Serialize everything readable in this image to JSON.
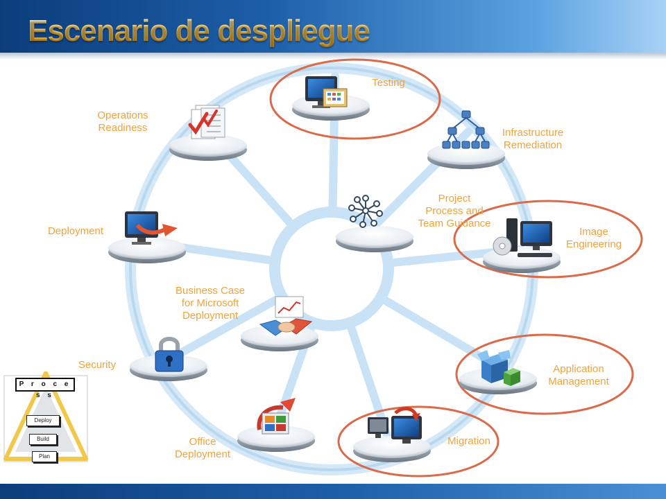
{
  "title": "Escenario de despliegue",
  "nodes": [
    {
      "id": "testing",
      "label": "Testing",
      "icon": "testing-computer-icon",
      "highlighted": true
    },
    {
      "id": "infrastructure",
      "label": "Infrastructure\nRemediation",
      "icon": "network-hierarchy-icon",
      "highlighted": false
    },
    {
      "id": "image",
      "label": "Image\nEngineering",
      "icon": "workstation-cd-icon",
      "highlighted": true
    },
    {
      "id": "application",
      "label": "Application\nManagement",
      "icon": "software-boxes-icon",
      "highlighted": true
    },
    {
      "id": "migration",
      "label": "Migration",
      "icon": "migrate-computers-icon",
      "highlighted": true
    },
    {
      "id": "office",
      "label": "Office\nDeployment",
      "icon": "office-logo-icon",
      "highlighted": false
    },
    {
      "id": "security",
      "label": "Security",
      "icon": "padlock-icon",
      "highlighted": false
    },
    {
      "id": "deployment",
      "label": "Deployment",
      "icon": "monitor-arrow-icon",
      "highlighted": false
    },
    {
      "id": "operations",
      "label": "Operations\nReadiness",
      "icon": "checklist-icon",
      "highlighted": false
    },
    {
      "id": "project",
      "label": "Project\nProcess and\nTeam Guidance",
      "icon": "hub-network-icon",
      "highlighted": false
    },
    {
      "id": "business",
      "label": "Business Case\nfor Microsoft\nDeployment",
      "icon": "handshake-chart-icon",
      "highlighted": false
    }
  ],
  "pyramid": {
    "top": "P r o c e s s",
    "levels": [
      "Deploy",
      "Build",
      "Plan"
    ]
  },
  "colors": {
    "label": "#f0a33c",
    "highlight_ring": "#d96a4a",
    "wheel": "#c9e2f5",
    "title_bar": "#1d5ea8"
  }
}
